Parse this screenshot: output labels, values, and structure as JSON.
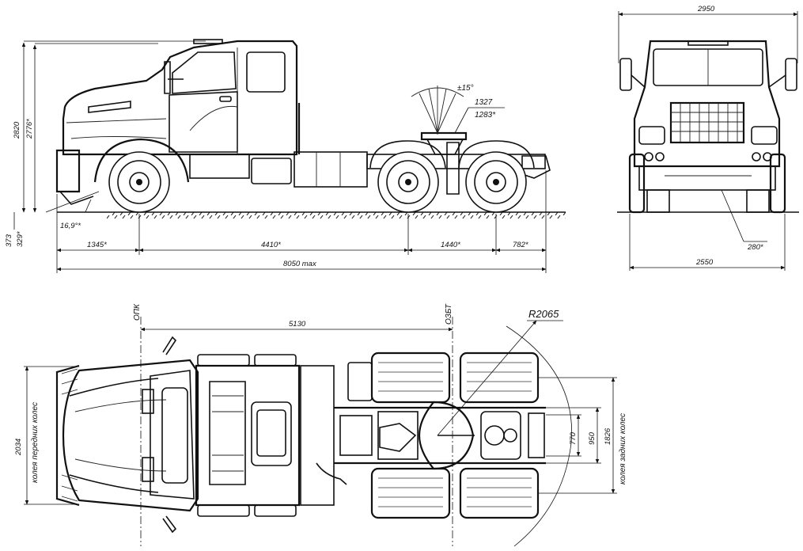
{
  "side_view": {
    "height_total": "2820",
    "height_cab": "2776*",
    "clearance_front": "373",
    "clearance_front_loaded": "329*",
    "approach_angle": "16,9°*",
    "front_overhang": "1345*",
    "wheelbase": "4410*",
    "bogie": "1440*",
    "rear_overhang": "782*",
    "overall_length": "8050 max",
    "tilt_angle": "±15°",
    "fifth_wheel_height": "1327",
    "fifth_wheel_height_loaded": "1283*"
  },
  "front_view": {
    "mirror_width": "2950",
    "body_width": "2550",
    "ground_clearance": "280*"
  },
  "top_view": {
    "front_axle_label": "ОПК",
    "coupling_label": "ОЗБТ",
    "coupling_distance": "5130",
    "swing_radius": "R2065",
    "front_track": "2034",
    "front_track_caption": "колея передних колес",
    "rear_track": "1826",
    "rear_track_caption": "колея задних колес",
    "frame_width": "950",
    "inner_width": "770"
  }
}
